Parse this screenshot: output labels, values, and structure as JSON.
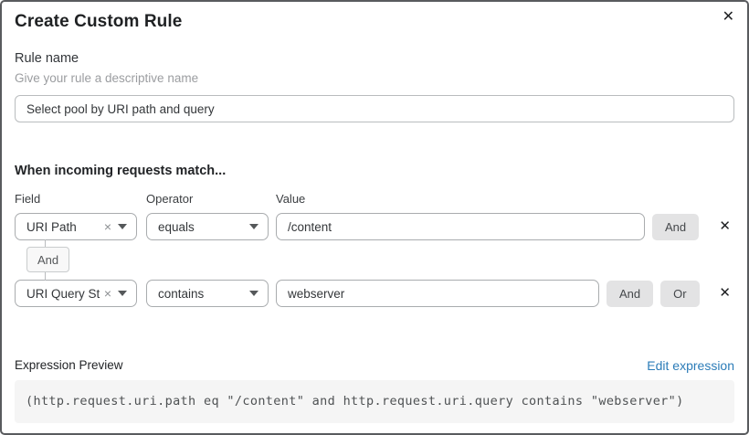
{
  "modal": {
    "title": "Create Custom Rule",
    "close_icon": "✕"
  },
  "rule_name": {
    "label": "Rule name",
    "helper": "Give your rule a descriptive name",
    "value": "Select pool by URI path and query"
  },
  "matcher": {
    "heading": "When incoming requests match...",
    "column_labels": {
      "field": "Field",
      "operator": "Operator",
      "value": "Value"
    },
    "rows": [
      {
        "field": "URI Path",
        "operator": "equals",
        "value": "/content",
        "buttons": [
          "And"
        ],
        "clear_icon": "×",
        "remove_icon": "✕"
      },
      {
        "field": "URI Query St...",
        "operator": "contains",
        "value": "webserver",
        "buttons": [
          "And",
          "Or"
        ],
        "clear_icon": "×",
        "remove_icon": "✕"
      }
    ],
    "connector_label": "And"
  },
  "expression_preview": {
    "label": "Expression Preview",
    "edit_link": "Edit expression",
    "expression": "(http.request.uri.path eq \"/content\" and http.request.uri.query contains \"webserver\")"
  },
  "colors": {
    "link_blue": "#2c7cb8",
    "button_gray": "#e3e3e4",
    "code_bg": "#f5f5f5",
    "border_gray": "#a9acae"
  }
}
